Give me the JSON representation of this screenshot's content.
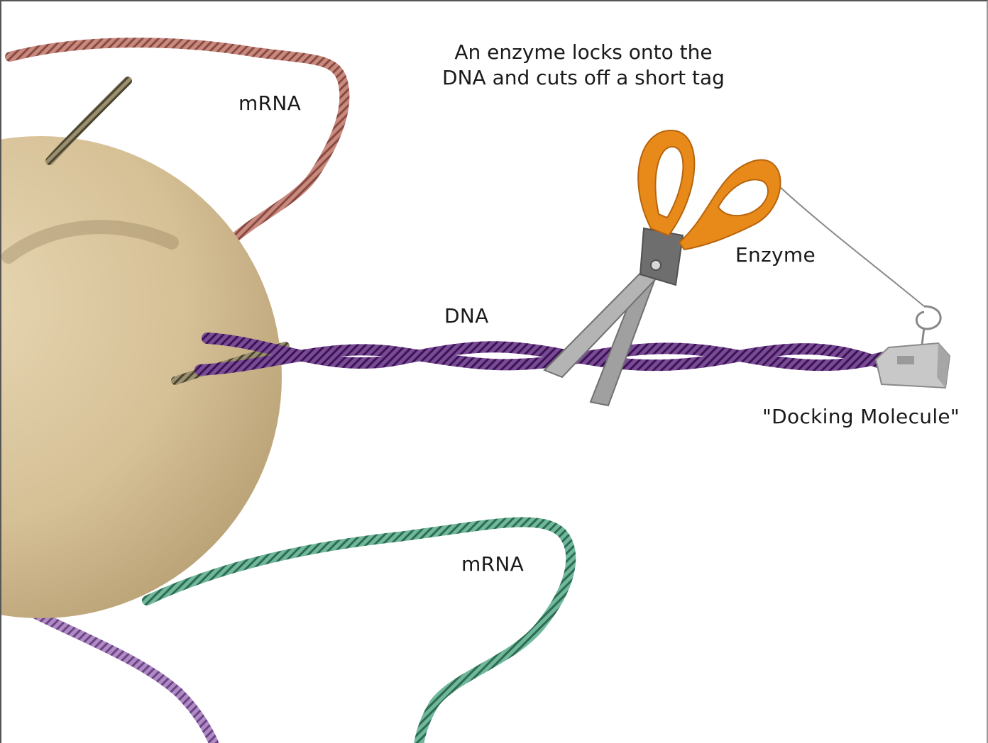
{
  "title": {
    "line1": "An enzyme locks onto the",
    "line2": "DNA and cuts off a short tag"
  },
  "labels": {
    "mrna_top": "mRNA",
    "mrna_bottom": "mRNA",
    "dna": "DNA",
    "enzyme": "Enzyme",
    "docking": "\"Docking Molecule\""
  },
  "colors": {
    "cell": "#d9c49a",
    "mrna_top": "#c98a7e",
    "mrna_bottom": "#5fa88a",
    "dna": "#5e2a78",
    "tail": "#9a6cb0",
    "scissor_handle": "#e88a1a",
    "blade": "#9a9a9a",
    "docking": "#c8c8c8"
  },
  "icons": {
    "enzyme": "scissors-icon",
    "docking": "docking-tag-icon",
    "cell": "cell-nucleus-icon"
  }
}
